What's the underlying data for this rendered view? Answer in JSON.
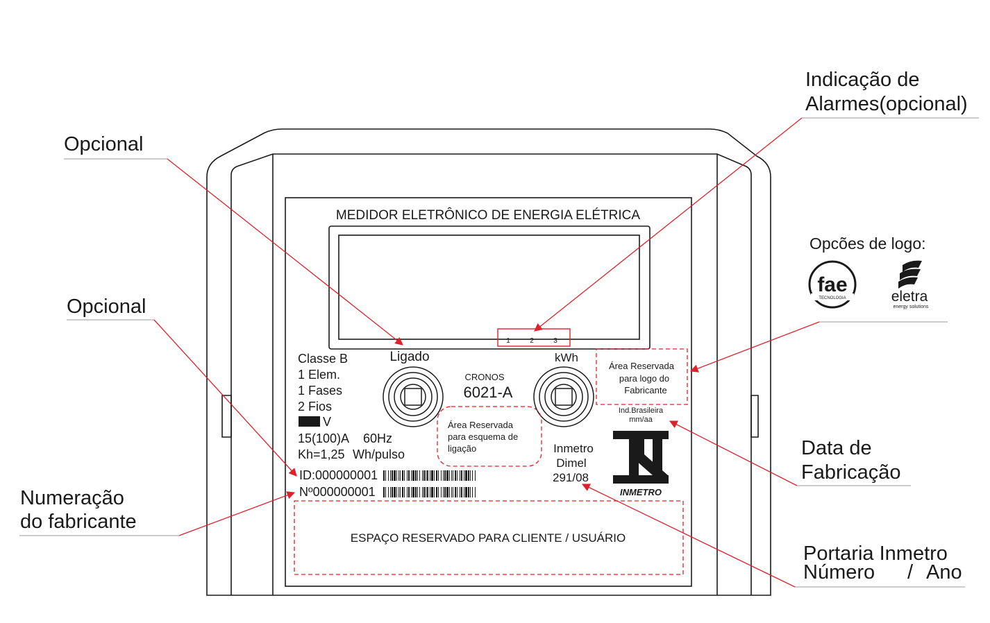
{
  "title": "MEDIDOR ELETRÔNICO DE ENERGIA ELÉTRICA",
  "callouts": {
    "alarm": [
      "Indicação de",
      "Alarmes(opcional)"
    ],
    "opcional_top": "Opcional",
    "opcional_mid": "Opcional",
    "numeracao": [
      "Numeração",
      "do fabricante"
    ],
    "logo_options": "Opcões de logo:",
    "data_fabricacao": [
      "Data de",
      "Fabricação"
    ],
    "portaria": [
      "Portaria Inmetro",
      "Número",
      "/",
      "Ano"
    ]
  },
  "display": {
    "alarm_indicators": [
      "1",
      "2",
      "3"
    ]
  },
  "labels": {
    "ligado": "Ligado",
    "kwh": "kWh",
    "model_brand": "CRONOS",
    "model": "6021-A"
  },
  "specs": {
    "classe": "Classe B",
    "elem": "1 Elem.",
    "fases": "1 Fases",
    "fios": "2 Fios",
    "volt_unit": "V",
    "current": "15(100)A",
    "frequency": "60Hz",
    "kh": "Kh=1,25",
    "kh_unit": "Wh/pulso"
  },
  "ids": {
    "id": "ID:000000001",
    "numero": "Nº000000001"
  },
  "reserved": {
    "wiring": [
      "Área Reservada",
      "para esquema de",
      "ligação"
    ],
    "logo": [
      "Área Reservada",
      "para logo do",
      "Fabricante"
    ],
    "client": "ESPAÇO RESERVADO PARA CLIENTE / USUÁRIO"
  },
  "manufacture": {
    "origin": "Ind.Brasileira",
    "date_format": "mm/aa"
  },
  "inmetro": {
    "lines": [
      "Inmetro",
      "Dimel",
      "291/08"
    ],
    "logo_text": "INMETRO"
  },
  "logos": {
    "fae": {
      "name": "fae",
      "sub": "TECNOLOGIA"
    },
    "eletra": {
      "name": "eletra",
      "sub": "energy solutions"
    }
  },
  "colors": {
    "leader": "#e0202a",
    "outline": "#1a1a1a",
    "dashed": "#e0202a"
  }
}
